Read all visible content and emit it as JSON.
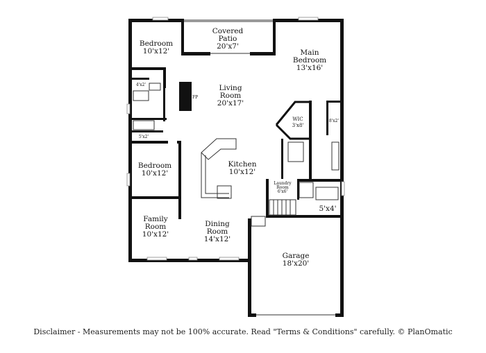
{
  "rooms": {
    "covered_patio": {
      "name_line1": "Covered",
      "name_line2": "Patio",
      "size": "20'x7'"
    },
    "bedroom_top": {
      "name": "Bedroom",
      "size": "10'x12'"
    },
    "main_bedroom": {
      "name_line1": "Main",
      "name_line2": "Bedroom",
      "size": "13'x16'"
    },
    "living_room": {
      "name_line1": "Living",
      "name_line2": "Room",
      "size": "20'x17'"
    },
    "fireplace": {
      "label": "FP"
    },
    "closet_4x2": {
      "size": "4'x2'"
    },
    "closet_5x2": {
      "size": "5'x2'"
    },
    "wic": {
      "name": "WIC",
      "size": "3'x8'"
    },
    "closet_8x2": {
      "size": "8'x2'"
    },
    "bedroom_mid": {
      "name": "Bedroom",
      "size": "10'x12'"
    },
    "kitchen": {
      "name": "Kitchen",
      "size": "10'x12'"
    },
    "laundry": {
      "name": "Laundry",
      "name_line2": "Room",
      "size": "6'x6'"
    },
    "storage_5x4": {
      "size": "5'x4'"
    },
    "family_room": {
      "name_line1": "Family",
      "name_line2": "Room",
      "size": "10'x12'"
    },
    "dining_room": {
      "name_line1": "Dining",
      "name_line2": "Room",
      "size": "14'x12'"
    },
    "garage": {
      "name": "Garage",
      "size": "18'x20'"
    }
  },
  "disclaimer": "Disclaimer - Measurements may not be 100% accurate. Read \"Terms & Conditions\" carefully. © PlanOmatic"
}
